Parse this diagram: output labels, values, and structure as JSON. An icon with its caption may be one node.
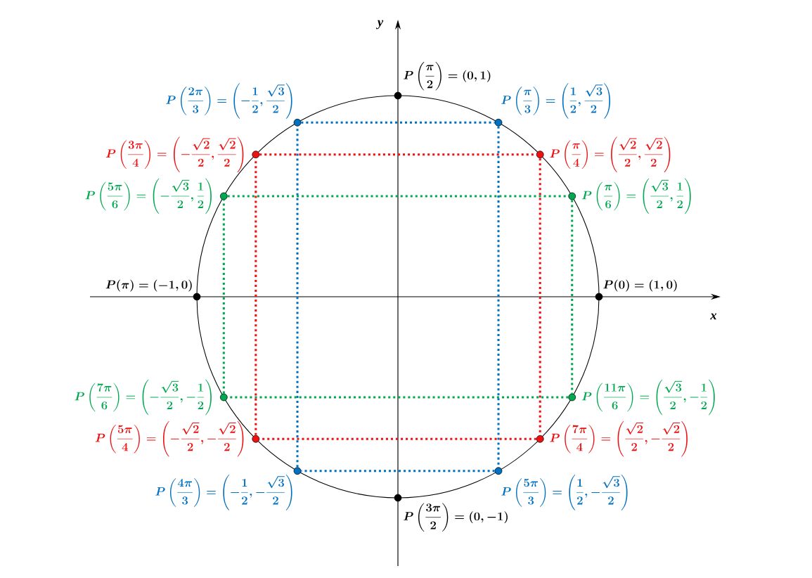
{
  "diagram": {
    "nodes": [
      {
        "text": [],
        "shape": "circle",
        "beside": [
          "P\\left(\\frac{\\pi}{2}\\right)=(0,1)"
        ]
      },
      {
        "text": [],
        "shape": "circle",
        "beside": [
          "P\\left(\\frac{2\\pi}{3}\\right)=\\left(-\\frac{1}{2},\\frac{\\sqrt{3}}{2}\\right)"
        ]
      },
      {
        "text": [],
        "shape": "circle",
        "beside": [
          "P\\left(\\frac{\\pi}{3}\\right)=\\left(\\frac{1}{2},\\frac{\\sqrt{3}}{2}\\right)"
        ]
      },
      {
        "text": [],
        "shape": "circle",
        "beside": [
          "P\\left(\\frac{3\\pi}{4}\\right)=\\left(-\\frac{\\sqrt{2}}{2},\\frac{\\sqrt{2}}{2}\\right)"
        ]
      },
      {
        "text": [],
        "shape": "circle",
        "beside": [
          "P\\left(\\frac{\\pi}{4}\\right)=\\left(\\frac{\\sqrt{2}}{2},\\frac{\\sqrt{2}}{2}\\right)"
        ]
      },
      {
        "text": [],
        "shape": "circle",
        "beside": [
          "P\\left(\\frac{5\\pi}{6}\\right)=\\left(-\\frac{\\sqrt{3}}{2},\\frac{1}{2}\\right)"
        ]
      },
      {
        "text": [],
        "shape": "circle",
        "beside": [
          "P\\left(\\frac{\\pi}{6}\\right)=\\left(\\frac{\\sqrt{3}}{2},\\frac{1}{2}\\right)"
        ]
      },
      {
        "text": [],
        "shape": "circle",
        "beside": [
          "P(\\pi)=(-1,0)"
        ]
      },
      {
        "text": [],
        "shape": "circle",
        "beside": [
          "P(0)=(1,0)"
        ]
      },
      {
        "text": [],
        "shape": "circle",
        "beside": [
          "P\\left(\\frac{7\\pi}{6}\\right)=\\left(-\\frac{\\sqrt{3}}{2},-\\frac{1}{2}\\right)"
        ]
      },
      {
        "text": [],
        "shape": "circle",
        "beside": [
          "P\\left(\\frac{11\\pi}{6}\\right)=\\left(\\frac{\\sqrt{3}}{2},-\\frac{1}{2}\\right)"
        ]
      },
      {
        "text": [],
        "shape": "circle",
        "beside": [
          "P\\left(\\frac{5\\pi}{4}\\right)=\\left(-\\frac{\\sqrt{2}}{2},-\\frac{\\sqrt{2}}{2}\\right)"
        ]
      },
      {
        "text": [],
        "shape": "circle",
        "beside": [
          "P\\left(\\frac{7\\pi}{4}\\right)=\\left(\\frac{\\sqrt{2}}{2},-\\frac{\\sqrt{2}}{2}\\right)"
        ]
      },
      {
        "text": [],
        "shape": "circle",
        "beside": [
          "P\\left(\\frac{4\\pi}{3}\\right)=\\left(-\\frac{1}{2},-\\frac{\\sqrt{3}}{2}\\right)"
        ]
      },
      {
        "text": [],
        "shape": "circle",
        "beside": [
          "P\\left(\\frac{5\\pi}{3}\\right)=\\left(\\frac{1}{2},-\\frac{\\sqrt{3}}{2}\\right)"
        ]
      },
      {
        "text": [],
        "shape": "circle",
        "beside": [
          "P\\left(\\frac{3\\pi}{2}\\right)=(0,-1)"
        ]
      }
    ],
    "edges": [
      {
        "from": 1,
        "to": 2,
        "arrow": "none",
        "style": "dashed",
        "color": "#0070c0"
      },
      {
        "from": 2,
        "to": 14,
        "arrow": "none",
        "style": "dashed",
        "color": "#0070c0"
      },
      {
        "from": 14,
        "to": 13,
        "arrow": "none",
        "style": "dashed",
        "color": "#0070c0"
      },
      {
        "from": 13,
        "to": 1,
        "arrow": "none",
        "style": "dashed",
        "color": "#0070c0"
      },
      {
        "from": 3,
        "to": 4,
        "arrow": "none",
        "style": "dashed",
        "color": "#ee1111"
      },
      {
        "from": 4,
        "to": 12,
        "arrow": "none",
        "style": "dashed",
        "color": "#ee1111"
      },
      {
        "from": 12,
        "to": 11,
        "arrow": "none",
        "style": "dashed",
        "color": "#ee1111"
      },
      {
        "from": 11,
        "to": 3,
        "arrow": "none",
        "style": "dashed",
        "color": "#ee1111"
      },
      {
        "from": 5,
        "to": 6,
        "arrow": "none",
        "style": "dashed",
        "color": "#00a84f"
      },
      {
        "from": 6,
        "to": 10,
        "arrow": "none",
        "style": "dashed",
        "color": "#00a84f"
      },
      {
        "from": 10,
        "to": 9,
        "arrow": "none",
        "style": "dashed",
        "color": "#00a84f"
      },
      {
        "from": 9,
        "to": 5,
        "arrow": "none",
        "style": "dashed",
        "color": "#00a84f"
      }
    ],
    "labels": [
      "y",
      "x"
    ]
  }
}
